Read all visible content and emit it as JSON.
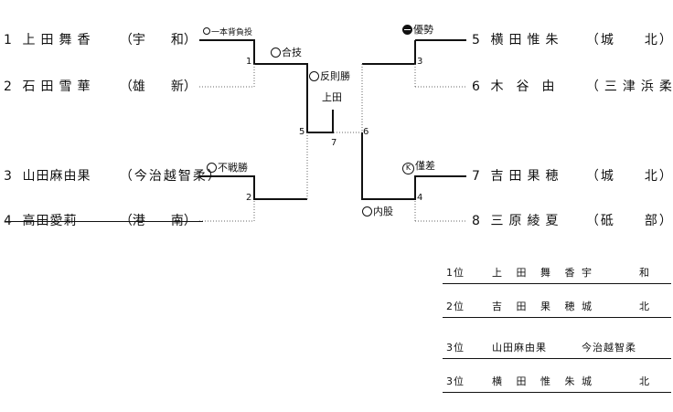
{
  "bracket": {
    "entries": [
      {
        "seed": "1",
        "name": "上田舞香",
        "team": "（宇　　和）"
      },
      {
        "seed": "2",
        "name": "石田雪華",
        "team": "（雄　　新）"
      },
      {
        "seed": "3",
        "name": "山田麻由果",
        "team": "（今治越智柔）"
      },
      {
        "seed": "4",
        "name": "高田愛莉",
        "team": "（港　　南）"
      },
      {
        "seed": "5",
        "name": "横田惟朱",
        "team": "（城　　北）"
      },
      {
        "seed": "6",
        "name": "木谷由",
        "team": "（三津浜柔）"
      },
      {
        "seed": "7",
        "name": "吉田果穂",
        "team": "（城　　北）"
      },
      {
        "seed": "8",
        "name": "三原綾夏",
        "team": "（砥　　部）"
      }
    ],
    "match_numbers": [
      "1",
      "2",
      "3",
      "4",
      "5",
      "6",
      "7"
    ],
    "results": {
      "m1": "一本背負投",
      "m2": "合技",
      "m3": "反則勝",
      "m4": "不戦勝",
      "m5": "優勢",
      "m6": "内股",
      "m7": "僅差"
    },
    "winner": "上田"
  },
  "standings": [
    {
      "rank": "1位",
      "name": "上 田 舞 香",
      "team": "宇　　和"
    },
    {
      "rank": "2位",
      "name": "吉 田 果 穂",
      "team": "城　　北"
    },
    {
      "rank": "3位",
      "name": "山田麻由果",
      "team": "今治越智柔"
    },
    {
      "rank": "3位",
      "name": "横 田 惟 朱",
      "team": "城　　北"
    }
  ],
  "colors": {
    "line": "#111111",
    "dotted": "#666666",
    "background": "#ffffff"
  }
}
